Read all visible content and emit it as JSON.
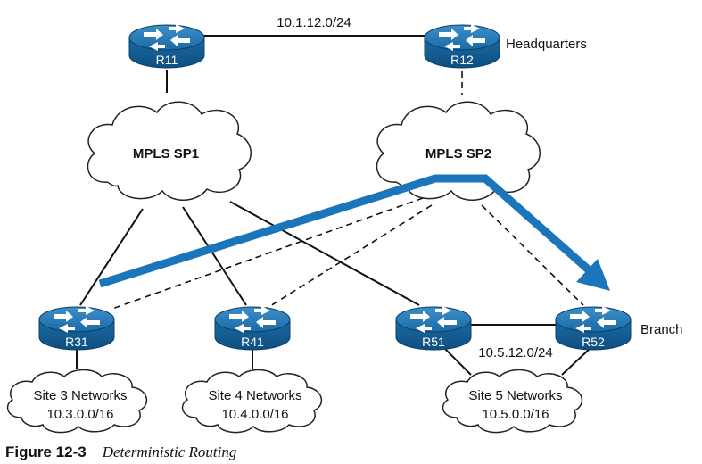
{
  "routers": {
    "r11": "R11",
    "r12": "R12",
    "r31": "R31",
    "r41": "R41",
    "r51": "R51",
    "r52": "R52"
  },
  "clouds": {
    "sp1": "MPLS SP1",
    "sp2": "MPLS SP2",
    "site3": [
      "Site 3 Networks",
      "10.3.0.0/16"
    ],
    "site4": [
      "Site 4 Networks",
      "10.4.0.0/16"
    ],
    "site5": [
      "Site 5 Networks",
      "10.5.0.0/16"
    ]
  },
  "labels": {
    "hq_link": "10.1.12.0/24",
    "headquarters": "Headquarters",
    "branch_link": "10.5.12.0/24",
    "branch": "Branch"
  },
  "caption": {
    "figure": "Figure 12-3",
    "title": "Deterministic Routing"
  },
  "colors": {
    "router": "#1f6fa8",
    "path_arrow": "#1a75bb",
    "lines": "#111111"
  }
}
